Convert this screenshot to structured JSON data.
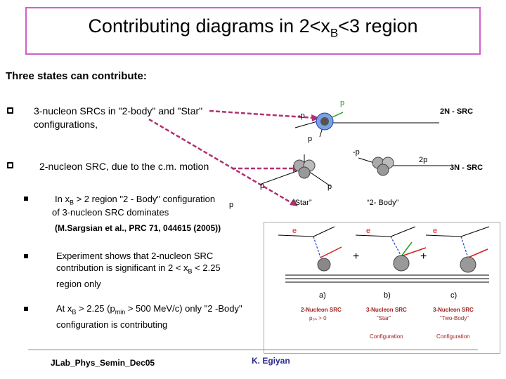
{
  "title": {
    "before": "Contributing diagrams in 2<x",
    "sub": "B",
    "after": "<3 region"
  },
  "subheading": "Three states can contribute:",
  "bullets": [
    {
      "text": "3-nucleon SRCs in \"2-body\" and \"Star\" configurations,"
    },
    {
      "text": "2-nucleon SRC, due to the c.m. motion"
    }
  ],
  "sub_bullets": [
    {
      "text_a": "In x",
      "sub": "B",
      "text_b": " > 2 region  \"2 - Body\" configuration",
      "text_c": "of  3-nucleon SRC  dominates"
    },
    {
      "text_a": "Experiment shows that 2-nucleon SRC contribution is significant in 2 < x",
      "sub": "B",
      "text_b": " < 2.25 region only"
    },
    {
      "text_a": "At x",
      "sub": "B",
      "text_b": " > 2.25 (p",
      "sub2": "min",
      "text_c": " > 500 MeV/c) only \"2 -Body\" configuration is contributing"
    }
  ],
  "reference": "(M.Sargsian et al., PRC 71, 044615 (2005))",
  "footer": {
    "left": "JLab_Phys_Semin_Dec05",
    "right": "K. Egiyan"
  },
  "diagram_labels": {
    "p_top": "p",
    "minus_p_top": "-p",
    "two_n_src": "2N - SRC",
    "p_below": "p",
    "minus_p_mid": "-p",
    "two_p": "2p",
    "three_n_src": "3N - SRC",
    "p_left": "p",
    "p_right": "p",
    "star": "“Star”",
    "two_body": "“2- Body”",
    "p_sub": "p"
  },
  "panel_labels": {
    "a": "a)",
    "b": "b)",
    "c": "c)",
    "cap_a": "2-Nucleon SRC",
    "cap_a2": "p₀ₙ > 0",
    "cap_b": "3-Nucleon SRC",
    "cap_b2": "“Star”",
    "cap_b3": "Configuration",
    "cap_c": "3-Nucleon SRC",
    "cap_c2": "“Two-Body”",
    "cap_c3": "Configuration",
    "e": "e",
    "plus": "+"
  },
  "colors": {
    "title_border": "#d060c8",
    "arrow": "#b03070",
    "green": "#20a020",
    "blue": "#2040c0",
    "red": "#d02020"
  }
}
